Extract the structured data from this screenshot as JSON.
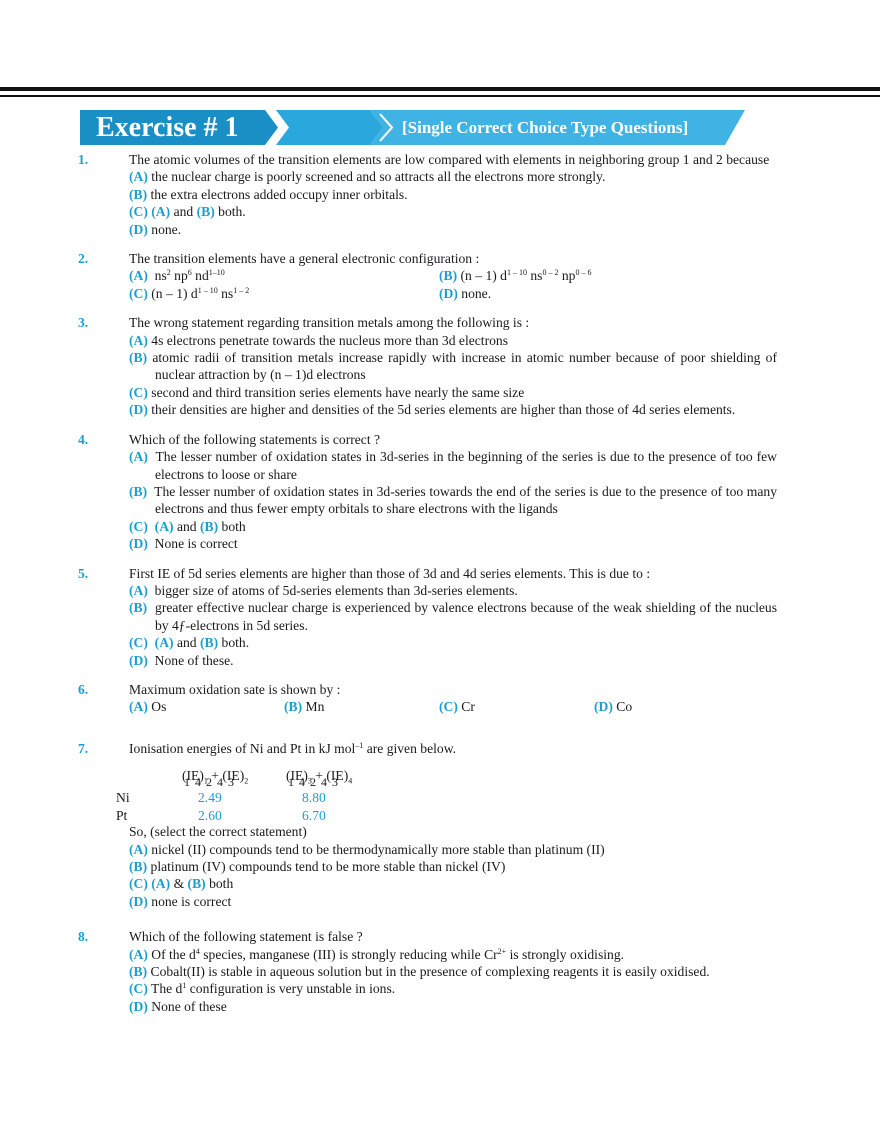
{
  "header": {
    "exercise_title": "Exercise # 1",
    "exercise_subtitle": "[Single Correct Choice  Type Questions]",
    "colors": {
      "dark_blue": "#1a8fc6",
      "mid_blue": "#2aa7dc",
      "light_blue": "#62c3ea",
      "accent": "#1b9fcf"
    }
  },
  "questions": [
    {
      "num": "1.",
      "stem": "The atomic volumes of the transition elements are low compared with elements in neighboring group 1 and 2 because",
      "options": [
        {
          "label": "(A)",
          "text": "the nuclear charge is poorly screened and so attracts all the electrons more strongly."
        },
        {
          "label": "(B)",
          "text": "the extra electrons added occupy inner orbitals."
        },
        {
          "label": "(C)",
          "pre_a": "(A)",
          "mid": "and",
          "pre_b": "(B)",
          "text": "both."
        },
        {
          "label": "(D)",
          "text": "none."
        }
      ]
    },
    {
      "num": "2.",
      "stem": "The transition elements have a general electronic configuration :",
      "options": [
        {
          "label": "(A)",
          "text": "ns2 np6 nd1–10"
        },
        {
          "label": "(B)",
          "text": "(n – 1) d1 – 10 ns0 – 2 np0 – 6"
        },
        {
          "label": "(C)",
          "text": "(n – 1) d1 – 10 ns1 – 2"
        },
        {
          "label": "(D)",
          "text": "none."
        }
      ]
    },
    {
      "num": "3.",
      "stem": "The wrong statement regarding transition metals among the following is :",
      "options": [
        {
          "label": "(A)",
          "text": "4s electrons penetrate towards the nucleus more than 3d electrons"
        },
        {
          "label": "(B)",
          "text": "atomic radii of transition metals increase rapidly with increase in atomic number because of poor shielding of nuclear attraction by (n – 1)d electrons"
        },
        {
          "label": "(C)",
          "text": "second and third transition series elements have nearly the same size"
        },
        {
          "label": "(D)",
          "text": "their densities are higher and densities of the 5d series elements are higher than those of 4d series elements."
        }
      ]
    },
    {
      "num": "4.",
      "stem": "Which of the following statements is correct ?",
      "options": [
        {
          "label": "(A)",
          "text": "The lesser number of oxidation states in 3d-series in the beginning of the series is due to the presence of too few electrons to loose or share"
        },
        {
          "label": "(B)",
          "text": "The lesser number of oxidation states in 3d-series towards the end of the series is  due to the presence of too many electrons and thus fewer empty orbitals to share electrons with the ligands"
        },
        {
          "label": "(C)",
          "pre_a": "(A)",
          "mid": "and",
          "pre_b": "(B)",
          "text": "both"
        },
        {
          "label": "(D)",
          "text": "None is correct"
        }
      ]
    },
    {
      "num": "5.",
      "stem": "First IE of 5d series elements are higher than those of 3d and 4d series elements. This is due to :",
      "options": [
        {
          "label": "(A)",
          "text": "bigger size of atoms of 5d-series elements than 3d-series elements."
        },
        {
          "label": "(B)",
          "text": "greater effective nuclear charge is experienced by valence electrons because of the weak shielding of the nucleus by 4ƒ-electrons in 5d series."
        },
        {
          "label": "(C)",
          "pre_a": "(A)",
          "mid": "and",
          "pre_b": "(B)",
          "text": "both."
        },
        {
          "label": "(D)",
          "text": "None of these."
        }
      ]
    },
    {
      "num": "6.",
      "stem": "Maximum oxidation sate is shown by :",
      "options": [
        {
          "label": "(A)",
          "text": "Os"
        },
        {
          "label": "(B)",
          "text": "Mn"
        },
        {
          "label": "(C)",
          "text": "Cr"
        },
        {
          "label": "(D)",
          "text": "Co"
        }
      ]
    },
    {
      "num": "7.",
      "stem_pre": "Ionisation energies of Ni and Pt in kJ mol",
      "stem_sup": "–1",
      "stem_post": " are given below.",
      "table": {
        "col1_head": "(IE)1 + (IE)2",
        "col2_head": "(IE)3 + (IE)4",
        "head_overlay_1": "1 4 2 4 3",
        "head_overlay_2": "1 4 2 4 3",
        "rows": [
          {
            "name": "Ni",
            "v1": "2.49",
            "v2": "8.80"
          },
          {
            "name": "Pt",
            "v1": "2.60",
            "v2": "6.70"
          }
        ]
      },
      "after": "So, (select the correct statement)",
      "options": [
        {
          "label": "(A)",
          "text": "nickel (II) compounds tend to be thermodynamically more stable than platinum (II)"
        },
        {
          "label": "(B)",
          "text": "platinum (IV) compounds tend to be more stable than nickel (IV)"
        },
        {
          "label": "(C)",
          "pre_a": "(A)",
          "mid": "&",
          "pre_b": "(B)",
          "text": "both"
        },
        {
          "label": "(D)",
          "text": "none is correct"
        }
      ]
    },
    {
      "num": "8.",
      "stem": "Which of the following statement is false ?",
      "options": [
        {
          "label": "(A)",
          "text": "Of the d4 species, manganese (III) is strongly reducing while Cr2+ is strongly oxidising."
        },
        {
          "label": "(B)",
          "text": "Cobalt(II) is stable in aqueous solution but in the presence of complexing reagents it is easily oxidised."
        },
        {
          "label": "(C)",
          "text": "The d1 configuration is very unstable in ions."
        },
        {
          "label": "(D)",
          "text": "None of these"
        }
      ]
    }
  ]
}
